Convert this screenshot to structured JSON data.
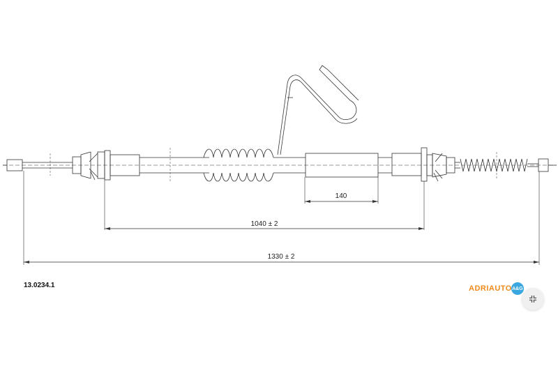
{
  "drawing": {
    "dimensions": [
      {
        "id": "dim-140",
        "label": "140"
      },
      {
        "id": "dim-1040",
        "label": "1040 ± 2"
      },
      {
        "id": "dim-1330",
        "label": "1330 ± 2"
      }
    ]
  },
  "part_number": "13.0234.1",
  "logo": {
    "text": "ADRIAUTO",
    "badge": "A&G",
    "text_color": "#f08a1c",
    "badge_color": "#3aa7e0"
  },
  "expand_button": {
    "icon": "compress-arrows-icon"
  },
  "colors": {
    "line": "#333333"
  }
}
